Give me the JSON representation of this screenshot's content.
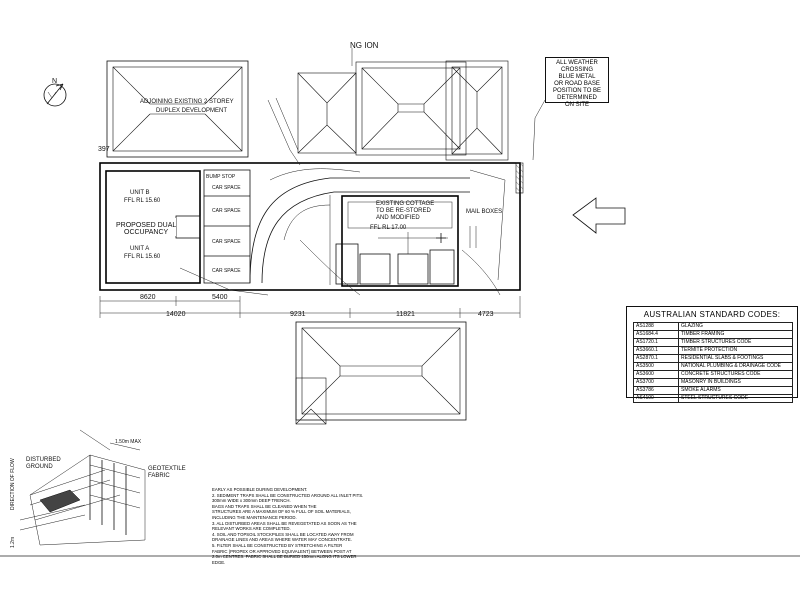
{
  "north": {
    "label": "N"
  },
  "rooftop_label": "NG ION",
  "weather_note": [
    "ALL WEATHER",
    "CROSSING",
    "BLUE METAL",
    "OR ROAD BASE",
    "POSITION TO BE",
    "DETERMINED",
    "ON SITE"
  ],
  "adjoining": [
    "ADJOINING EXISTING 2 STOREY",
    "DUPLEX DEVELOPMENT"
  ],
  "proposed": {
    "unit_b": "UNIT B",
    "unit_b_fl": "FFL RL 15.60",
    "title": "PROPOSED DUAL",
    "title2": "OCCUPANCY",
    "unit_a": "UNIT A",
    "unit_a_fl": "FFL RL 15.60"
  },
  "car_spaces": [
    "CAR SPACE",
    "CAR SPACE",
    "CAR SPACE",
    "CAR SPACE"
  ],
  "bump_stop": "BUMP STOP",
  "cottage": [
    "EXISTING COTTAGE",
    "TO BE RE-STORED",
    "AND MODIFIED",
    "FFL RL 17.00"
  ],
  "mail_boxes": "MAIL BOXES",
  "dimensions": {
    "d397": "397",
    "d8620": "8620",
    "d5400": "5400",
    "d14020": "14020",
    "d9231": "9231",
    "d11821": "11821",
    "d4723": "4723"
  },
  "codes": {
    "title": "AUSTRALIAN STANDARD CODES:",
    "rows": [
      [
        "AS1288",
        "GLAZING"
      ],
      [
        "AS1684.4",
        "TIMBER FRAMING"
      ],
      [
        "AS1720.1",
        "TIMBER STRUCTURES CODE"
      ],
      [
        "AS3660.1",
        "TERMITE PROTECTION"
      ],
      [
        "AS2870.1",
        "RESIDENTIAL SLABS & FOOTINGS"
      ],
      [
        "AS3500",
        "NATIONAL PLUMBING & DRAINAGE CODE"
      ],
      [
        "AS3600",
        "CONCRETE STRUCTURES CODE"
      ],
      [
        "AS3700",
        "MASONRY IN BUILDINGS"
      ],
      [
        "AS3786",
        "SMOKE ALARMS"
      ],
      [
        "AS4100",
        "STEEL STRUCTURES CODE"
      ]
    ]
  },
  "detail": {
    "disturbed": "DISTURBED",
    "ground": "GROUND",
    "geotextile": "GEOTEXTILE",
    "fabric": "FABRIC",
    "flow": "DIRECTION OF FLOW",
    "max": "1.50m MAX",
    "depth": "1.2m"
  },
  "notes": [
    "EARLY AS POSSIBLE DURING DEVELOPMENT.",
    "2. SEDIMENT TRAPS SHALL BE CONSTRUCTED AROUND ALL INLET PITS.",
    "   300mm WIDE x 300mm DEEP TRENCH.",
    "   BAGS AND TRAPS SHALL BE CLEANED WHEN THE",
    "   STRUCTURES ARE A MAXIMUM OF 60 % FULL OF SOIL MATERIALS,",
    "   INCLUDING THE MAINTENANCE PERIOD.",
    "3. ALL DISTURBED AREAS SHALL BE REVEGETATED AS SOON AS THE",
    "   RELEVANT WORKS ARE COMPLETED.",
    "4. SOIL AND TOPSOIL STOCKPILES SHALL BE LOCATED AWAY FROM",
    "   DRAINAGE LINES AND AREAS WHERE WATER MAY CONCENTRATE.",
    "5. FILTER SHALL BE CONSTRUCTED BY STRETCHING A FILTER",
    "   FABRIC (PROPEX OR APPROVED EQUIVALENT) BETWEEN POST AT",
    "   2.0m CENTRES. FABRIC SHALL BE BURIED 150mm ALONG ITS LOWER",
    "   EDGE."
  ]
}
